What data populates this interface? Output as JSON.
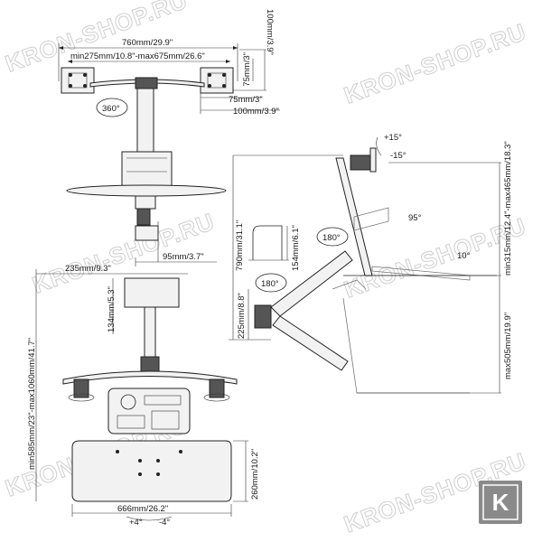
{
  "watermark": "KRON-SHOP.RU",
  "badge_letter": "K",
  "top_view": {
    "width": "760mm/29.9\"",
    "arm_range": "min275mm/10.8\"-max675mm/26.6\"",
    "vesa_height_a": "75mm/3\"",
    "vesa_height_b": "100mm/3.9\"",
    "vesa_width_a": "75mm/3\"",
    "vesa_width_b": "100mm/3.9\"",
    "rotation": "360°",
    "clamp_depth": "95mm/3.7\""
  },
  "front_view": {
    "tray_width": "235mm/9.3\"",
    "tray_height": "134mm/5.3\"",
    "height_range": "min585mm/23\"-max1060mm/41.7\"",
    "keyboard_width": "666mm/26.2\"",
    "keyboard_depth": "260mm/10.2\"",
    "tilt_left": "+4°",
    "tilt_right": "-4°"
  },
  "side_view": {
    "tilt_up": "+15°",
    "tilt_down": "-15°",
    "total_height": "790mm/31.1\"",
    "hook_height": "154mm/6.1\"",
    "rotation_upper": "180°",
    "rotation_lower": "180°",
    "clamp_height": "225mm/8.8\"",
    "angle_95": "95°",
    "angle_10": "10°",
    "monitor_range": "min315mm/12.4\"-max465mm/18.3\"",
    "keyboard_max": "max505mm/19.9\""
  }
}
